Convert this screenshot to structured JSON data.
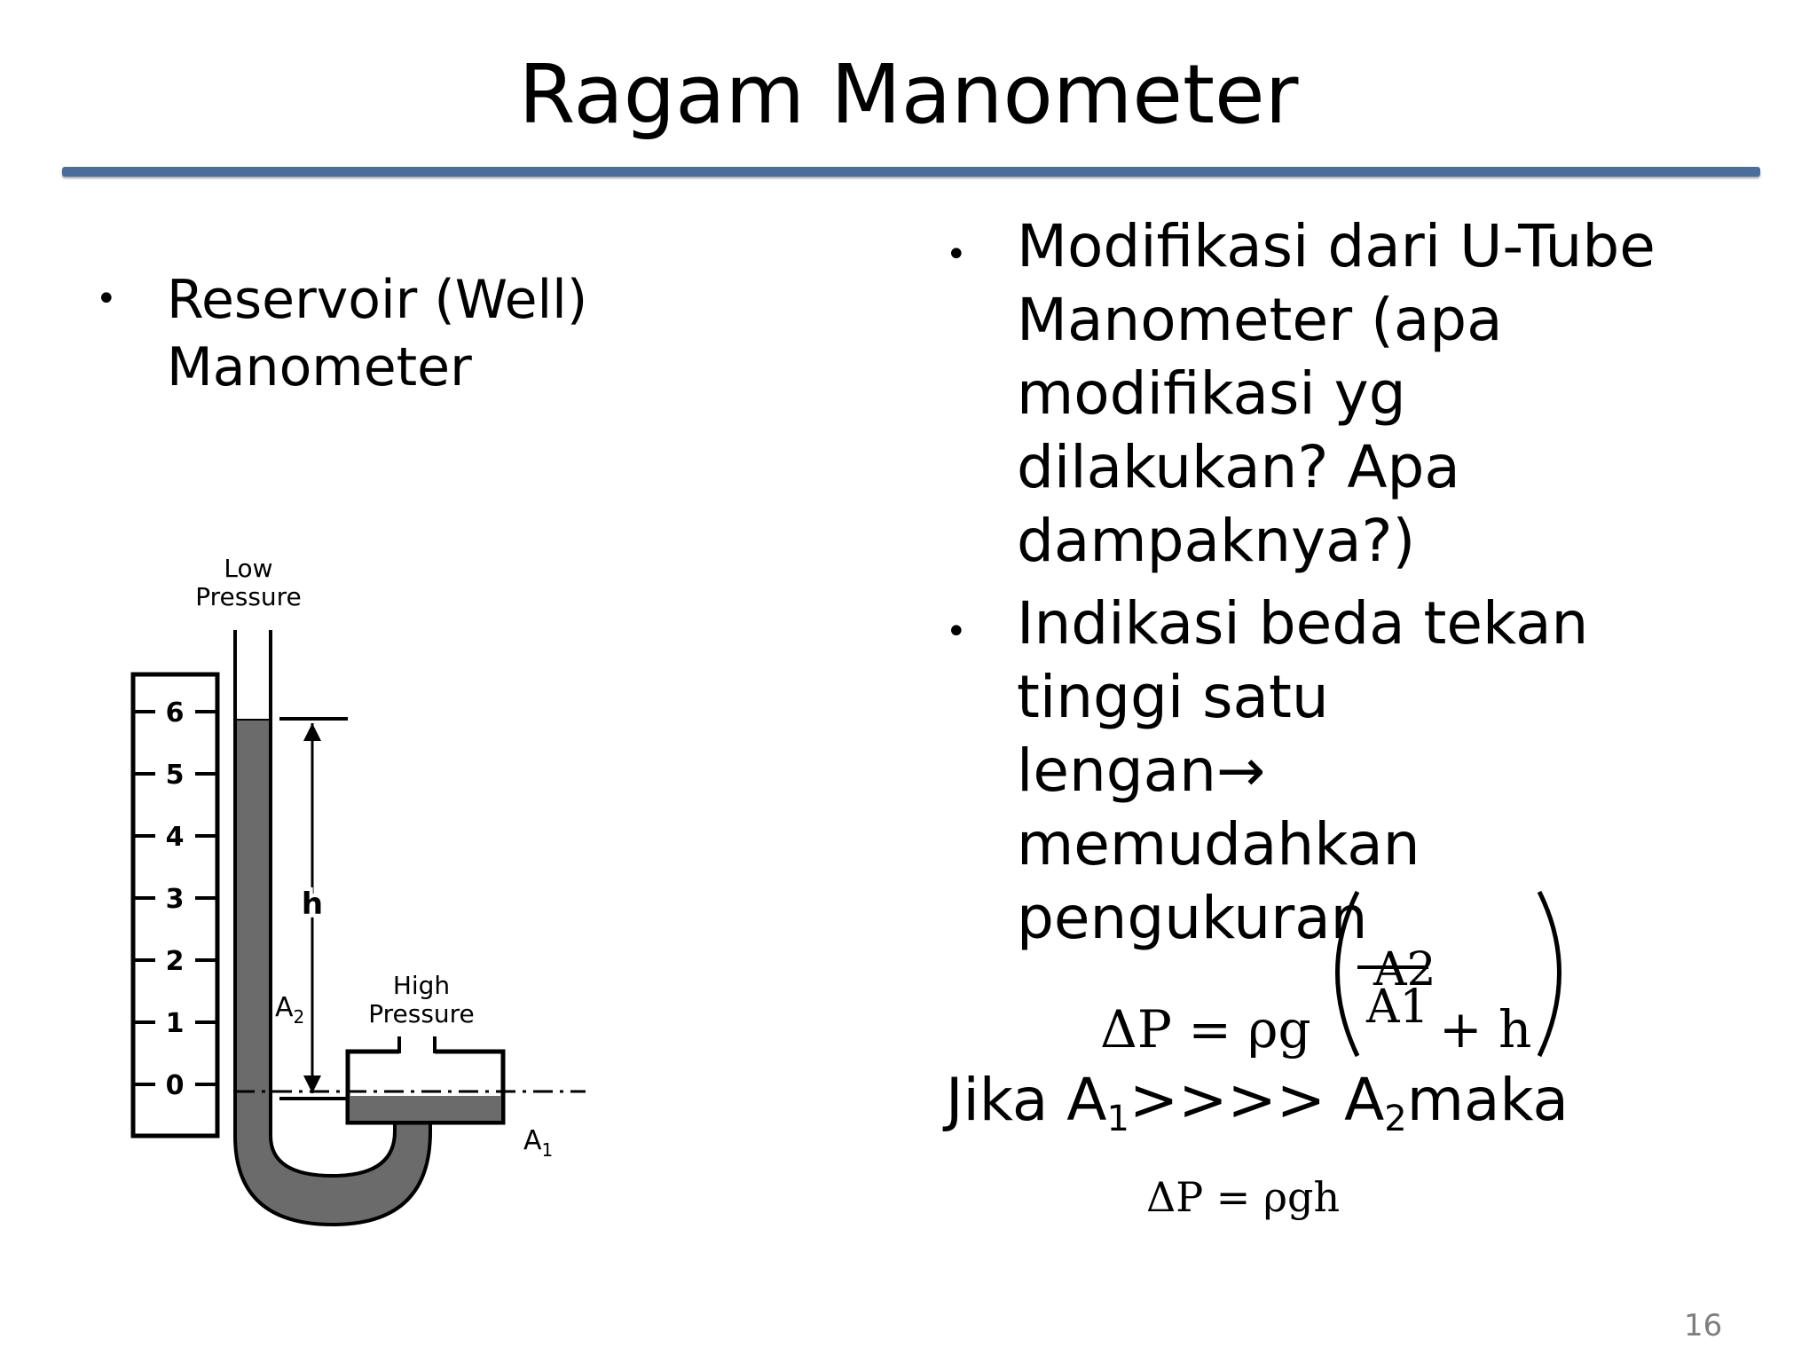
{
  "slide": {
    "title": "Ragam Manometer",
    "page_number": "16"
  },
  "left": {
    "bullet_lines": [
      "Reservoir (Well)",
      "Manometer"
    ]
  },
  "right": {
    "bullets": [
      {
        "lines": [
          "Modifikasi dari U-Tube",
          "Manometer (apa",
          "modifikasi yg",
          "dilakukan? Apa",
          "dampaknya?)"
        ]
      },
      {
        "lines": [
          "Indikasi beda tekan",
          "tinggi satu",
          "lengan→",
          "memudahkan",
          "pengukuran"
        ]
      }
    ],
    "formula1": {
      "lhs": "ΔP = ρg",
      "numerator": "A2",
      "denominator": "A1",
      "plus_h": "+ h"
    },
    "jika": {
      "prefix": "Jika A",
      "sub1": "1",
      "mid": ">>>> A",
      "sub2": "2",
      "suffix": "maka"
    },
    "formula2": "ΔP = ρgh"
  },
  "diagram": {
    "low_pressure_label": [
      "Low",
      "Pressure"
    ],
    "high_pressure_label": [
      "High",
      "Pressure"
    ],
    "scale_ticks": [
      "6",
      "5",
      "4",
      "3",
      "2",
      "1",
      "0"
    ],
    "h_label": "h",
    "a1_label": "A",
    "a1_sub": "1",
    "a2_label": "A",
    "a2_sub": "2"
  }
}
